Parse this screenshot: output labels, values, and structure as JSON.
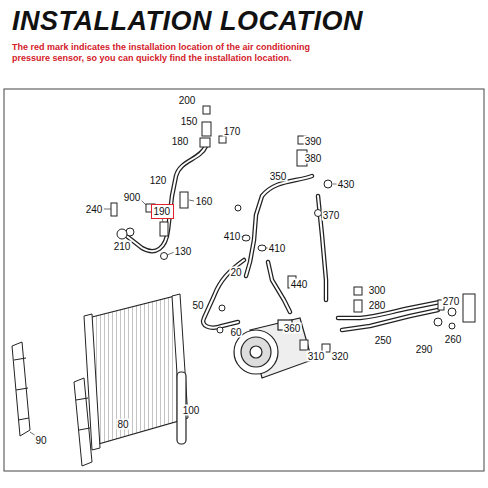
{
  "diagram": {
    "title": "INSTALLATION LOCATION",
    "caption": "The red mark indicates the installation location of the air conditioning pressure sensor, so you can quickly find the installation location.",
    "nodes": [
      {
        "text": [
          "190"
        ]
      }
    ],
    "labels": [
      "200",
      "150",
      "170",
      "180",
      "390",
      "380",
      "120",
      "430",
      "350",
      "900",
      "160",
      "240",
      "370",
      "210",
      "130",
      "410",
      "410",
      "20",
      "440",
      "300",
      "280",
      "50",
      "270",
      "60",
      "360",
      "250",
      "290",
      "260",
      "310",
      "320",
      "100",
      "80",
      "90"
    ]
  }
}
